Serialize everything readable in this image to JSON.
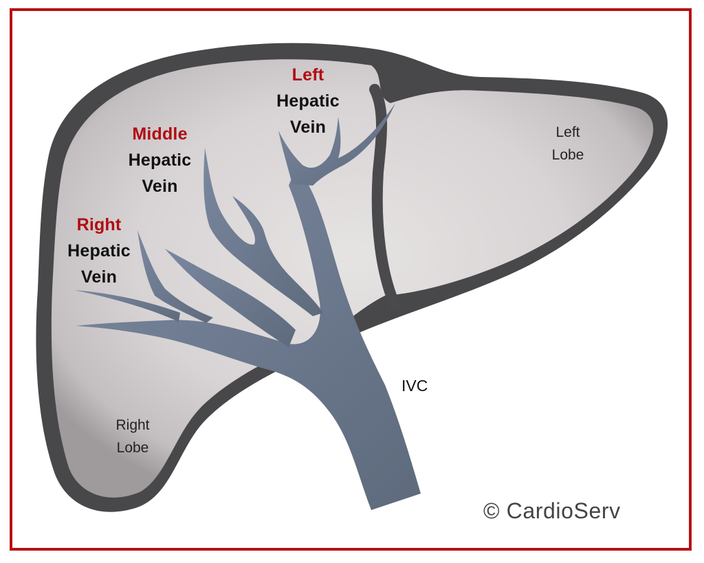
{
  "colors": {
    "border": "#b80f14",
    "liver_outline": "#4a4a4c",
    "liver_fill": "#d9d5d6",
    "vein": "#6e7a8e",
    "label_accent": "#b00d12",
    "label_text": "#111111"
  },
  "labels": {
    "left_hepatic": {
      "name": "Left",
      "line1": "Hepatic",
      "line2": "Vein"
    },
    "middle_hepatic": {
      "name": "Middle",
      "line1": "Hepatic",
      "line2": "Vein"
    },
    "right_hepatic": {
      "name": "Right",
      "line1": "Hepatic",
      "line2": "Vein"
    },
    "ivc": "IVC",
    "left_lobe": {
      "line1": "Left",
      "line2": "Lobe"
    },
    "right_lobe": {
      "line1": "Right",
      "line2": "Lobe"
    }
  },
  "copyright": "© CardioServ"
}
